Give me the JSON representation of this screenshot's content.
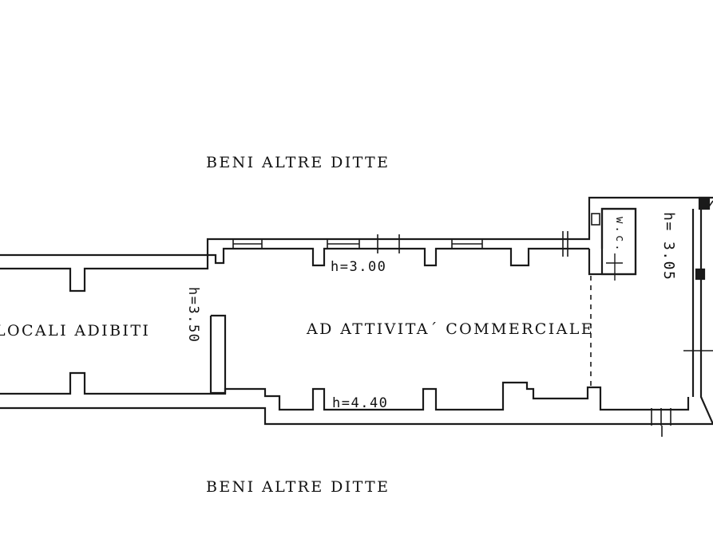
{
  "labels": {
    "top_neighbors": "BENI ALTRE DITTE",
    "bottom_neighbors": "BENI ALTRE DITTE",
    "room_left": "LOCALI ADIBITI",
    "room_center": "AD ATTIVITA´ COMMERCIALE",
    "wc": "w.c."
  },
  "heights": {
    "left_room": "h=3.50",
    "top_corridor": "h=3.00",
    "bottom_corridor": "h=4.40",
    "right_room": "h= 3.05"
  },
  "colors": {
    "line": "#1a1a1a",
    "background": "#ffffff"
  }
}
